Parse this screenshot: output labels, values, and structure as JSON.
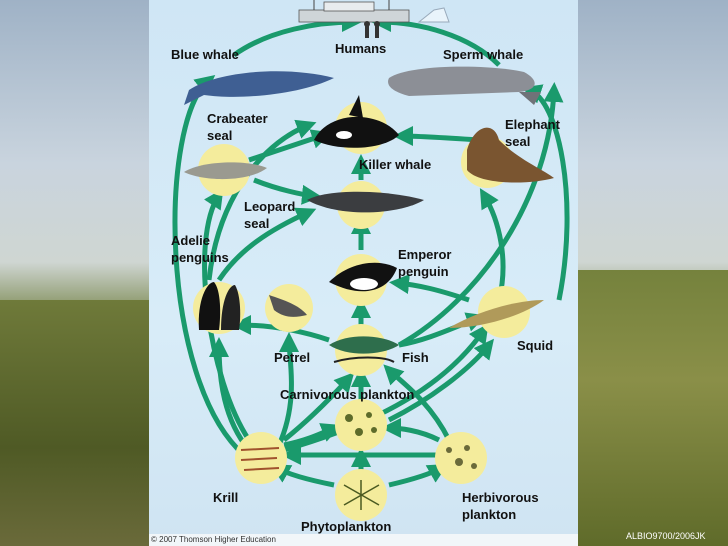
{
  "diagram": {
    "labels": {
      "humans": "Humans",
      "blue_whale": "Blue whale",
      "sperm_whale": "Sperm whale",
      "crabeater_seal": "Crabeater\nseal",
      "elephant_seal": "Elephant\nseal",
      "killer_whale": "Killer whale",
      "leopard_seal": "Leopard\nseal",
      "adelie_penguins": "Adelie\npenguins",
      "emperor_penguin": "Emperor\npenguin",
      "squid": "Squid",
      "petrel": "Petrel",
      "fish": "Fish",
      "carnivorous_plankton": "Carnivorous plankton",
      "krill": "Krill",
      "herbivorous_plankton": "Herbivorous\nplankton",
      "phytoplankton": "Phytoplankton"
    },
    "credit": "© 2007 Thomson Higher Education",
    "reference": "ALBIO9700/2006JK",
    "colors": {
      "arrow": "#1a9a6c",
      "node_fill": "#f4ec9c",
      "panel": "#d2e8f6"
    }
  }
}
